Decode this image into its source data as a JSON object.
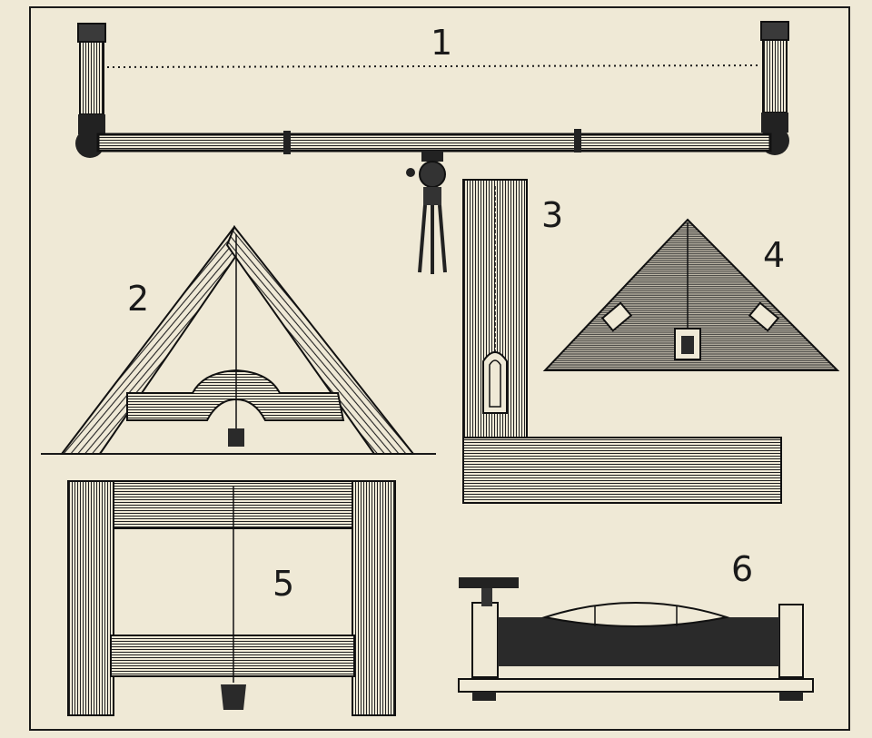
{
  "figures": [
    {
      "number": "1",
      "icon": "water-level-icon"
    },
    {
      "number": "2",
      "icon": "a-frame-plumb-level-icon"
    },
    {
      "number": "3",
      "icon": "carpenter-square-plumb-icon"
    },
    {
      "number": "4",
      "icon": "triangular-plumb-level-icon"
    },
    {
      "number": "5",
      "icon": "frame-plumb-level-icon"
    },
    {
      "number": "6",
      "icon": "spirit-level-icon"
    }
  ],
  "colors": {
    "paper": "#efe9d6",
    "ink": "#1a1a1a",
    "hatch_gray": "#6e6e6e",
    "dark_fill": "#2a2a2a"
  }
}
